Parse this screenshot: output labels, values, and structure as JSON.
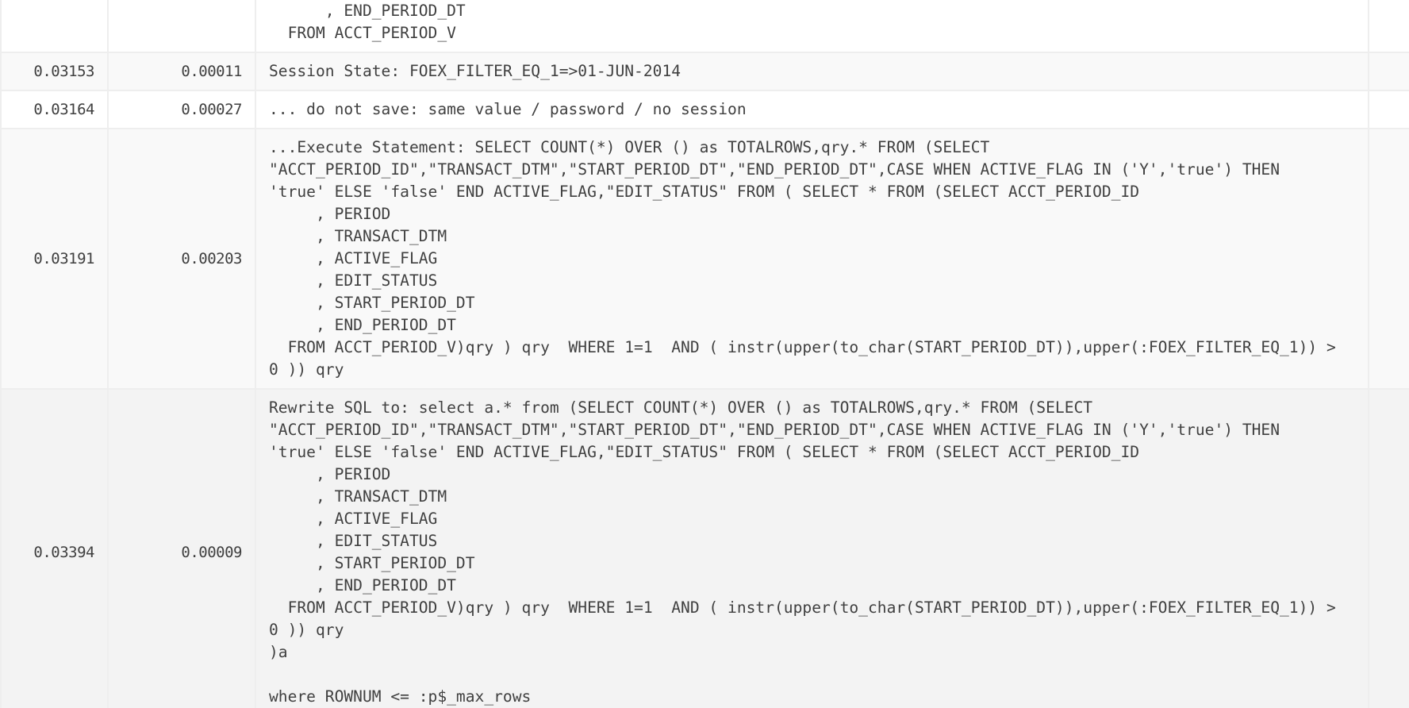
{
  "debug_log": {
    "rows": [
      {
        "elapsed": "",
        "delta": "",
        "message": "      , END_PERIOD_DT\n  FROM ACCT_PERIOD_V"
      },
      {
        "elapsed": "0.03153",
        "delta": "0.00011",
        "message": "Session State: FOEX_FILTER_EQ_1=>01-JUN-2014"
      },
      {
        "elapsed": "0.03164",
        "delta": "0.00027",
        "message": "... do not save: same value / password / no session"
      },
      {
        "elapsed": "0.03191",
        "delta": "0.00203",
        "message": "...Execute Statement: SELECT COUNT(*) OVER () as TOTALROWS,qry.* FROM (SELECT\n\"ACCT_PERIOD_ID\",\"TRANSACT_DTM\",\"START_PERIOD_DT\",\"END_PERIOD_DT\",CASE WHEN ACTIVE_FLAG IN ('Y','true') THEN\n'true' ELSE 'false' END ACTIVE_FLAG,\"EDIT_STATUS\" FROM ( SELECT * FROM (SELECT ACCT_PERIOD_ID\n     , PERIOD\n     , TRANSACT_DTM\n     , ACTIVE_FLAG\n     , EDIT_STATUS\n     , START_PERIOD_DT\n     , END_PERIOD_DT\n  FROM ACCT_PERIOD_V)qry ) qry  WHERE 1=1  AND ( instr(upper(to_char(START_PERIOD_DT)),upper(:FOEX_FILTER_EQ_1)) >\n0 )) qry"
      },
      {
        "elapsed": "0.03394",
        "delta": "0.00009",
        "message": "Rewrite SQL to: select a.* from (SELECT COUNT(*) OVER () as TOTALROWS,qry.* FROM (SELECT\n\"ACCT_PERIOD_ID\",\"TRANSACT_DTM\",\"START_PERIOD_DT\",\"END_PERIOD_DT\",CASE WHEN ACTIVE_FLAG IN ('Y','true') THEN\n'true' ELSE 'false' END ACTIVE_FLAG,\"EDIT_STATUS\" FROM ( SELECT * FROM (SELECT ACCT_PERIOD_ID\n     , PERIOD\n     , TRANSACT_DTM\n     , ACTIVE_FLAG\n     , EDIT_STATUS\n     , START_PERIOD_DT\n     , END_PERIOD_DT\n  FROM ACCT_PERIOD_V)qry ) qry  WHERE 1=1  AND ( instr(upper(to_char(START_PERIOD_DT)),upper(:FOEX_FILTER_EQ_1)) >\n0 )) qry\n)a\n\nwhere ROWNUM <= :p$_max_rows"
      }
    ]
  },
  "colors": {
    "text": "#404040",
    "border": "#eeeeee",
    "row_bg": "#ffffff",
    "row_alt_bg": "#f9f9f9",
    "row_hover_bg": "#f3f3f3"
  }
}
